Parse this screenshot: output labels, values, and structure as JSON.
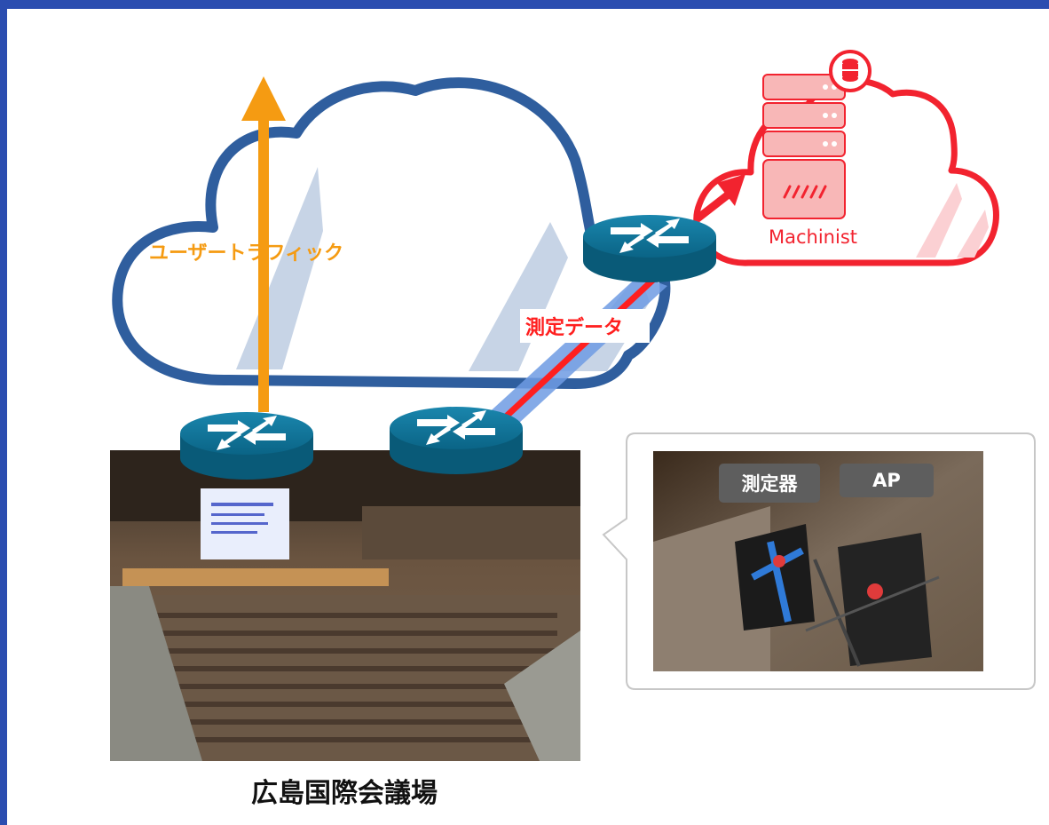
{
  "labels": {
    "user_traffic": "ユーザートラフィック",
    "measurement_data": "測定データ",
    "machinist": "Machinist",
    "venue": "広島国際会議場",
    "measurement_device": "測定器",
    "ap": "AP"
  },
  "colors": {
    "frame": "#2b4db0",
    "cloud_blue": "#2f5e9e",
    "cloud_red": "#f2232f",
    "traffic_orange": "#f59b12",
    "router": "#0b6a8c",
    "data_line": "#ff1f1f",
    "data_band": "#6f9be3",
    "tag_bg": "#5e5e5e"
  },
  "icons": {
    "router": "router-icon",
    "server": "server-icon",
    "database": "database-icon"
  }
}
